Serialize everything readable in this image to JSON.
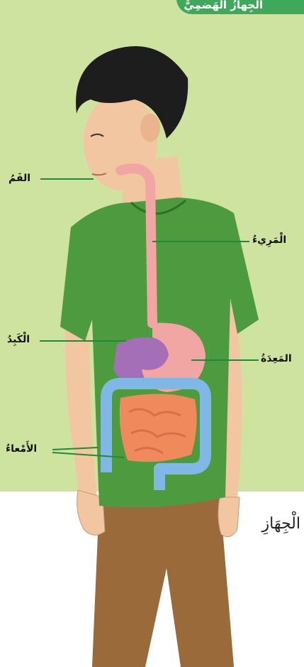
{
  "header": {
    "title": "الْجِهازُ الهَضمِيُّ"
  },
  "labels": {
    "mouth": "الفَمُ",
    "esophagus": "الْمَرِيءُ",
    "liver": "الْكَبِدُ",
    "stomach": "المَعِدَةُ",
    "intestines": "الأَمْعاءُ"
  },
  "footer": {
    "text": "ِ الْجِهَازِ"
  },
  "colors": {
    "background": "#cfe3a0",
    "header": "#3fa85a",
    "shirt": "#4e9a3f",
    "leader_line": "#1e8a3c",
    "esophagus": "#f2a6a3",
    "liver": "#a56fb8",
    "intestine_small": "#f08a5d",
    "intestine_large": "#7fb7e6"
  }
}
